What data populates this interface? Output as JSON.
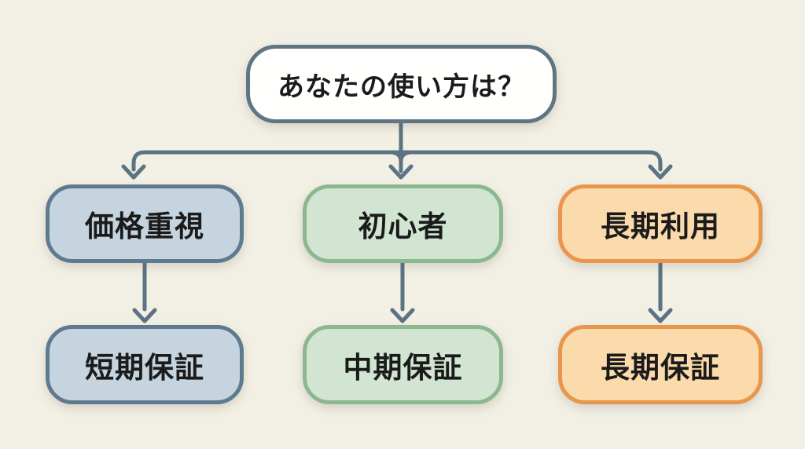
{
  "colors": {
    "background": "#f2efe4",
    "connector": "#5b7384",
    "text": "#1b1b1b",
    "root_fill": "#fffffd",
    "root_border": "#5e7584",
    "blue_fill": "#c5d4df",
    "blue_border": "#5f7a8e",
    "green_fill": "#d2e5d2",
    "green_border": "#8cb890",
    "orange_fill": "#fbdaab",
    "orange_border": "#e8964b"
  },
  "diagram": {
    "type": "flowchart",
    "root": {
      "label": "あなたの使い方は？"
    },
    "branches": [
      {
        "label": "価格重視",
        "result": "短期保証",
        "theme": "blue"
      },
      {
        "label": "初心者",
        "result": "中期保証",
        "theme": "green"
      },
      {
        "label": "長期利用",
        "result": "長期保証",
        "theme": "orange"
      }
    ]
  }
}
